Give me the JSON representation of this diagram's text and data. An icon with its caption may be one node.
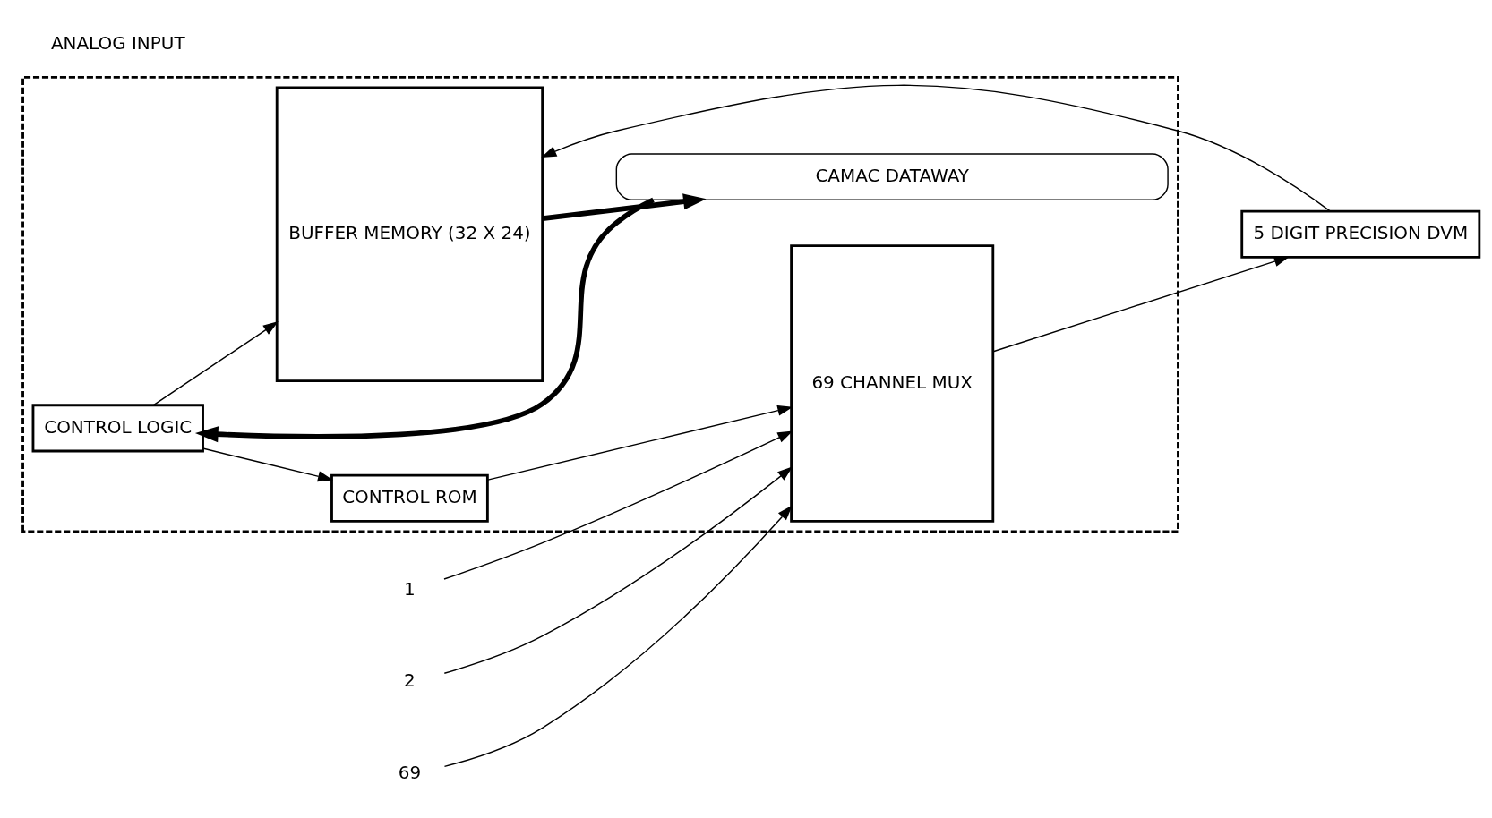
{
  "diagram": {
    "nodes": [
      {
        "text": [],
        "shape": "box"
      },
      {
        "text": [
          "5 DIGIT PRECISION DVM"
        ]
      },
      {
        "text": [
          "69 CHANNEL MUX"
        ],
        "in": 0
      },
      {
        "text": [
          "CONTROL ROM"
        ],
        "in": 0
      },
      {
        "text": [
          "CONTROL LOGIC"
        ],
        "in": 0
      },
      {
        "text": [
          "BUFFER MEMORY (32 X 24)"
        ],
        "in": 0
      },
      {
        "text": [
          "CAMAC DATAWAY"
        ],
        "in": 0
      },
      {
        "text": [
          "1"
        ]
      },
      {
        "text": [
          "2"
        ]
      },
      {
        "text": [
          "69"
        ]
      }
    ],
    "edges": [
      {
        "from": 7,
        "to": 2,
        "arrow": "to"
      },
      {
        "from": 8,
        "to": 2,
        "arrow": "to"
      },
      {
        "from": 9,
        "to": 2,
        "arrow": "to"
      },
      {
        "from": 2,
        "to": 1,
        "arrow": "to"
      },
      {
        "from": 1,
        "to": 5,
        "arrow": "to"
      },
      {
        "from": 3,
        "to": 2,
        "arrow": "to"
      },
      {
        "from": 4,
        "to": 3,
        "arrow": "to"
      },
      {
        "from": 4,
        "to": 5,
        "arrow": "to"
      },
      {
        "from": 6,
        "to": 4,
        "arrow": "to",
        "style": "thick"
      },
      {
        "from": 5,
        "to": 6,
        "arrow": "to",
        "style": "thick"
      }
    ],
    "labels": [
      "ANALOG INPUT"
    ]
  }
}
